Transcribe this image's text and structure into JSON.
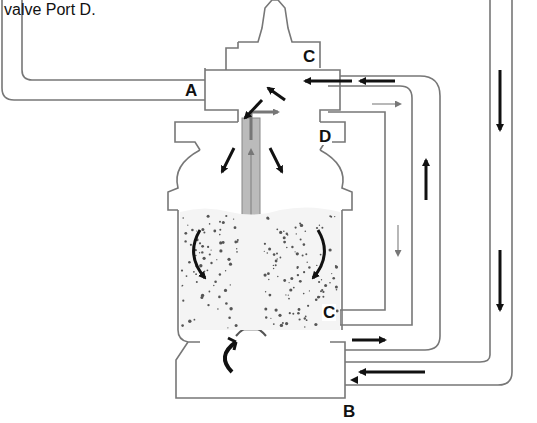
{
  "diagram": {
    "labels": [
      "valve Port D.",
      "A",
      "C",
      "D",
      "C",
      "B"
    ]
  }
}
